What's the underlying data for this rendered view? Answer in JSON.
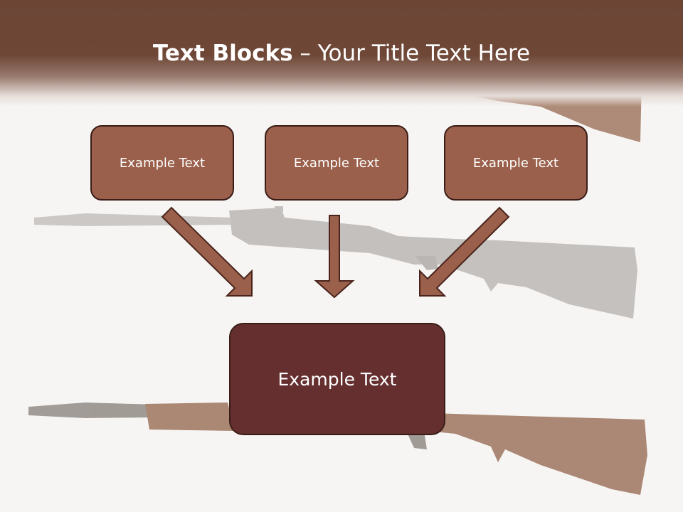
{
  "slide": {
    "title_bold": "Text Blocks",
    "title_dash": " – ",
    "title_rest": "Your Title Text Here"
  },
  "blocks": {
    "top": [
      {
        "label": "Example Text"
      },
      {
        "label": "Example Text"
      },
      {
        "label": "Example Text"
      }
    ],
    "bottom": {
      "label": "Example Text"
    }
  },
  "colors": {
    "title_band": "#6c4535",
    "block_fill": "#9a604b",
    "block_border": "#3b1d18",
    "main_block_fill": "#652f30",
    "arrow_fill": "#9a604b",
    "arrow_stroke": "#4a241c"
  }
}
